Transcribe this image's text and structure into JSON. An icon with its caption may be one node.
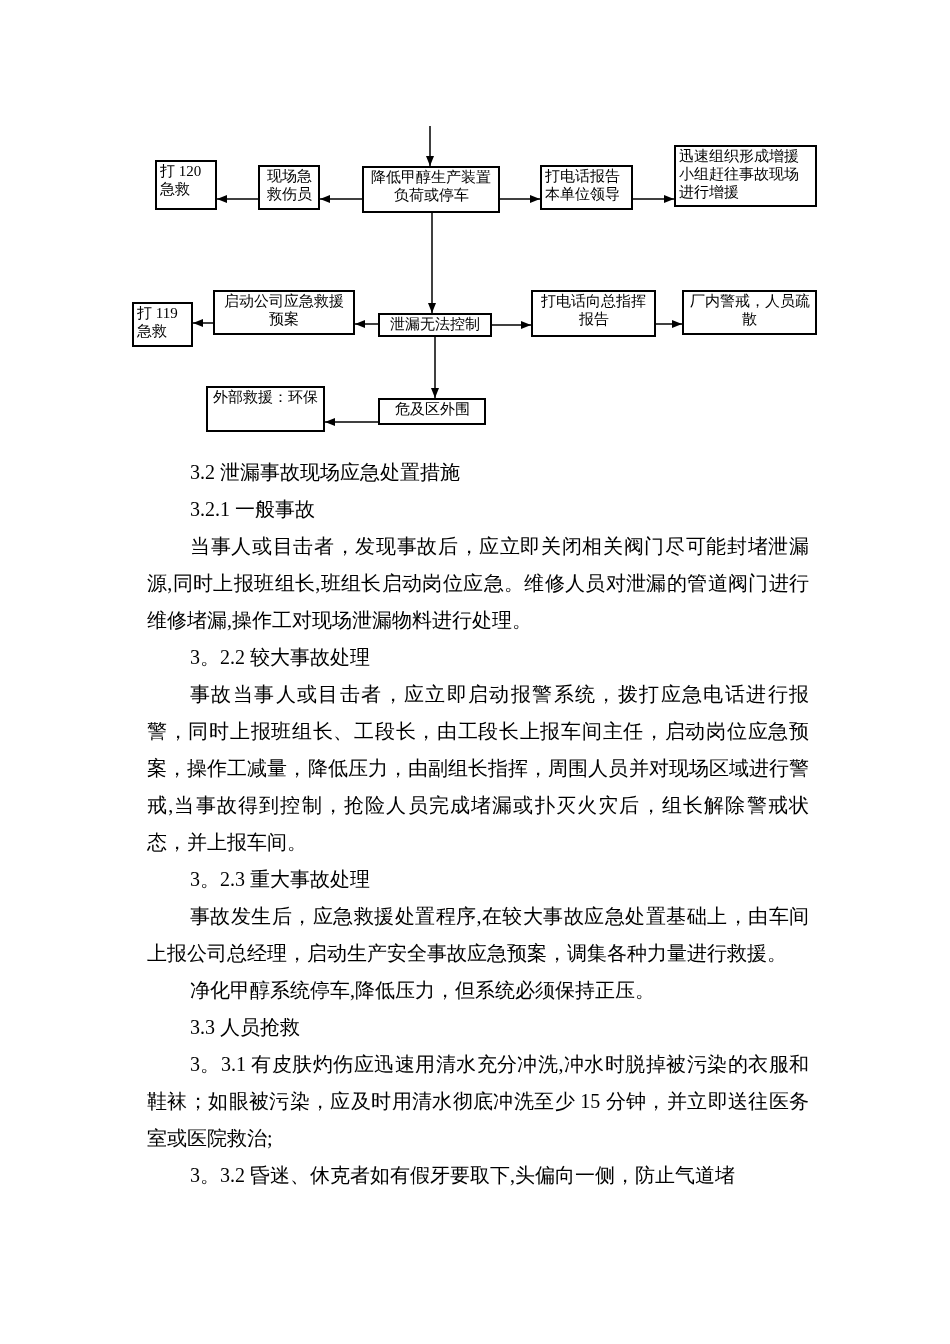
{
  "diagram": {
    "nodes": [
      {
        "text": [
          "打 120 急救"
        ]
      },
      {
        "text": [
          "现场急救伤员"
        ]
      },
      {
        "text": [
          "降低甲醇生产装置负荷或停车"
        ]
      },
      {
        "text": [
          "打电话报告本单位领导"
        ]
      },
      {
        "text": [
          "迅速组织形成增援小组赶往事故现场进行增援"
        ]
      },
      {
        "text": [
          "打 119 急救"
        ]
      },
      {
        "text": [
          "启动公司应急救援预案"
        ]
      },
      {
        "text": [
          "泄漏无法控制"
        ]
      },
      {
        "text": [
          "打电话向总指挥报告"
        ]
      },
      {
        "text": [
          "厂内警戒，人员疏散"
        ]
      },
      {
        "text": [
          "外部救援：环保"
        ]
      },
      {
        "text": [
          "危及区外围"
        ]
      }
    ],
    "edges": [
      {
        "from": null,
        "to": 2,
        "arrow": "to"
      },
      {
        "from": 2,
        "to": 1,
        "arrow": "to"
      },
      {
        "from": 1,
        "to": 0,
        "arrow": "to"
      },
      {
        "from": 2,
        "to": 3,
        "arrow": "to"
      },
      {
        "from": 3,
        "to": 4,
        "arrow": "to"
      },
      {
        "from": 2,
        "to": 7,
        "arrow": "to"
      },
      {
        "from": 7,
        "to": 6,
        "arrow": "to"
      },
      {
        "from": 6,
        "to": 5,
        "arrow": "to"
      },
      {
        "from": 7,
        "to": 8,
        "arrow": "to"
      },
      {
        "from": 8,
        "to": 9,
        "arrow": "to"
      },
      {
        "from": 7,
        "to": 11,
        "arrow": "to"
      },
      {
        "from": 11,
        "to": 10,
        "arrow": "to"
      }
    ],
    "labels": [
      "3.2 泄漏事故现场应急处置措施",
      "3.2.1 一般事故",
      "当事人或目击者，发现事故后，应立即关闭相关阀门尽可能封堵泄漏源,同时上报班组长,班组长启动岗位应急。维修人员对泄漏的管道阀门进行维修堵漏,操作工对现场泄漏物料进行处理。",
      "3。2.2 较大事故处理",
      "事故当事人或目击者，应立即启动报警系统，拨打应急电话进行报警，同时上报班组长、工段长，由工段长上报车间主任，启动岗位应急预案，操作工减量，降低压力，由副组长指挥，周围人员并对现场区域进行警戒,当事故得到控制，抢险人员完成堵漏或扑灭火灾后，组长解除警戒状态，并上报车间。",
      "3。2.3 重大事故处理",
      "事故发生后，应急救援处置程序,在较大事故应急处置基础上，由车间上报公司总经理，启动生产安全事故应急预案，调集各种力量进行救援。",
      "净化甲醇系统停车,降低压力，但系统必须保持正压。",
      "3.3 人员抢救",
      "3。3.1 有皮肤灼伤应迅速用清水充分冲洗,冲水时脱掉被污染的衣服和鞋袜；如眼被污染，应及时用清水彻底冲洗至少 15 分钟，并立即送往医务室或医院救治;",
      "3。3.2 昏迷、休克者如有假牙要取下,头偏向一侧，防止气道堵"
    ]
  }
}
